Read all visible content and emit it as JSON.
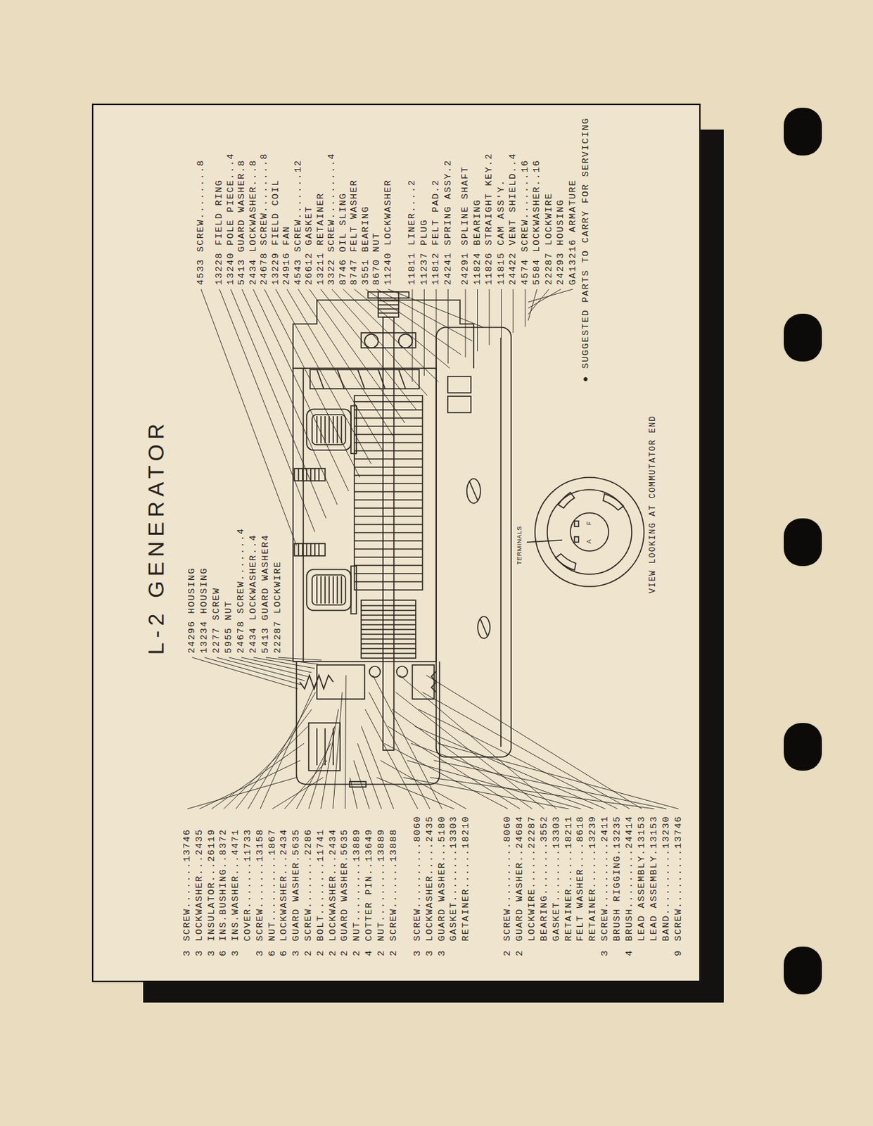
{
  "diagram": {
    "title": "L-2 GENERATOR",
    "labels": [
      "24296 HOUSING",
      "13234 HOUSING",
      "2277 SCREW",
      "5955 NUT",
      "24678 SCREW.......4",
      "2434 LOCKWASHER..4",
      "5413 GUARD WASHER4",
      "22287 LOCKWIRE",
      "3",
      "SCREW.......13746",
      "3",
      "LOCKWASHER...2435",
      "3",
      "INSULATOR...26119",
      "6",
      "INS.BUSHING..8372",
      "3",
      "INS.WASHER...4471",
      "COVER.......11733",
      "3",
      "SCREW.......13158",
      "6",
      "NUT..........1867",
      "6",
      "LOCKWASHER...2434",
      "3",
      "GUARD WASHER.5635",
      "2",
      "SCREW........2286",
      "2",
      "BOLT........11741",
      "2",
      "LOCKWASHER...2434",
      "2",
      "GUARD WASHER.5635",
      "2",
      "NUT.........13889",
      "4",
      "COTTER PIN..13649",
      "2",
      "NUT.........13889",
      "2",
      "SCREW.......13888",
      "3",
      "SCREW..........8060",
      "3",
      "LOCKWASHER.....2435",
      "3",
      "GUARD WASHER...5180",
      "GASKET........13303",
      "RETAINER......18210",
      "2",
      "SCREW..........8060",
      "2",
      "GUARD WASHER..24684",
      "LOCKWIRE......22287",
      "BEARING........3552",
      "GASKET........13303",
      "RETAINER......18211",
      "FELT WASHER....8618",
      "RETAINER......13239",
      "3",
      "SCREW..........2411",
      "BRUSH RIGGING.13235",
      "4",
      "BRUSH.........24414",
      "LEAD ASSEMBLY.13153",
      "LEAD ASSEMBLY.13153",
      "BAND..........13230",
      "9",
      "SCREW.........13746",
      "4533 SCREW........8",
      "13228 FIELD RING",
      "13240 POLE PIECE...4",
      "5413 GUARD WASHER.8",
      "2434 LOCKWASHER...8",
      "24678 SCREW........8",
      "13229 FIELD COIL",
      "24916 FAN",
      "4543 SCREW.......12",
      "26612 GASKET",
      "13211 RETAINER",
      "3322 SCREW.........4",
      "8746 OIL SLING",
      "8747 FELT WASHER",
      "3551 BEARING",
      "8670 NUT",
      "11240 LOCKWASHER",
      "11811 LINER....2",
      "11237 PLUG",
      "11812 FELT PAD.2",
      "24241 SPRING ASSY.2",
      "24291 SPLINE SHAFT",
      "11824 BEARING",
      "11826 STRAIGHT KEY.2",
      "11815 CAM ASS'Y.",
      "24422 VENT SHIELD..4",
      "4574 SCREW.......16",
      "5584 LOCKWASHER..16",
      "22287 LOCKWIRE",
      "24293 HOUSING",
      "GA13216 ARMATURE",
      "TERMINALS",
      "A",
      "F",
      "VIEW LOOKING AT COMMUTATOR END",
      "● SUGGESTED PARTS TO CARRY FOR SERVICING"
    ]
  }
}
